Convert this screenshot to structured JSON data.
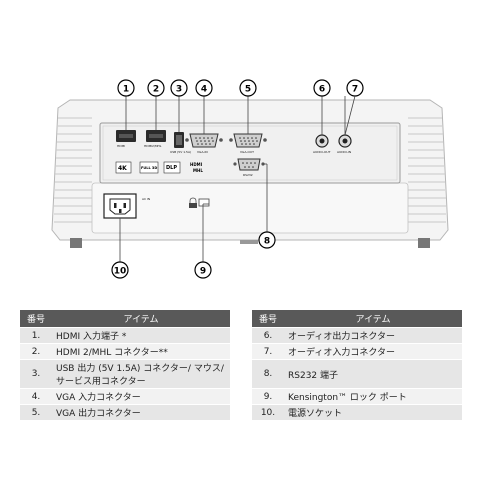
{
  "callouts": [
    "1",
    "2",
    "3",
    "4",
    "5",
    "6",
    "7",
    "8",
    "9",
    "10"
  ],
  "port_labels": {
    "hdmi1": "HDMI",
    "hdmi2": "HDMI2/MHL",
    "usb": "USB (5V 1.5A)",
    "vga_in": "VGA-IN",
    "vga_out": "VGA-OUT",
    "audio_out": "AUDIO-OUT",
    "audio_in": "AUDIO-IN",
    "rs232": "RS232",
    "ac_in": "AC IN",
    "badge_4k": "4K",
    "badge_full3d": "FULL 3D",
    "badge_dlp": "DLP",
    "badge_hdmi": "HDMI",
    "badge_mhl": "MHL"
  },
  "table": {
    "header_num": "番号",
    "header_item": "アイテム",
    "left_rows": [
      {
        "num": "1.",
        "item": "HDMI 入力端子 *"
      },
      {
        "num": "2.",
        "item": "HDMI 2/MHL コネクター**"
      },
      {
        "num": "3.",
        "item": "USB 出力 (5V 1.5A) コネクター/ マウス/サービス用コネクター"
      },
      {
        "num": "4.",
        "item": "VGA 入力コネクター"
      },
      {
        "num": "5.",
        "item": "VGA 出力コネクター"
      }
    ],
    "right_rows": [
      {
        "num": "6.",
        "item": "オーディオ出力コネクター"
      },
      {
        "num": "7.",
        "item": "オーディオ入力コネクター"
      },
      {
        "num": "8.",
        "item": "RS232 端子"
      },
      {
        "num": "9.",
        "item": "Kensington™ ロック ポート"
      },
      {
        "num": "10.",
        "item": "電源ソケット"
      }
    ]
  }
}
